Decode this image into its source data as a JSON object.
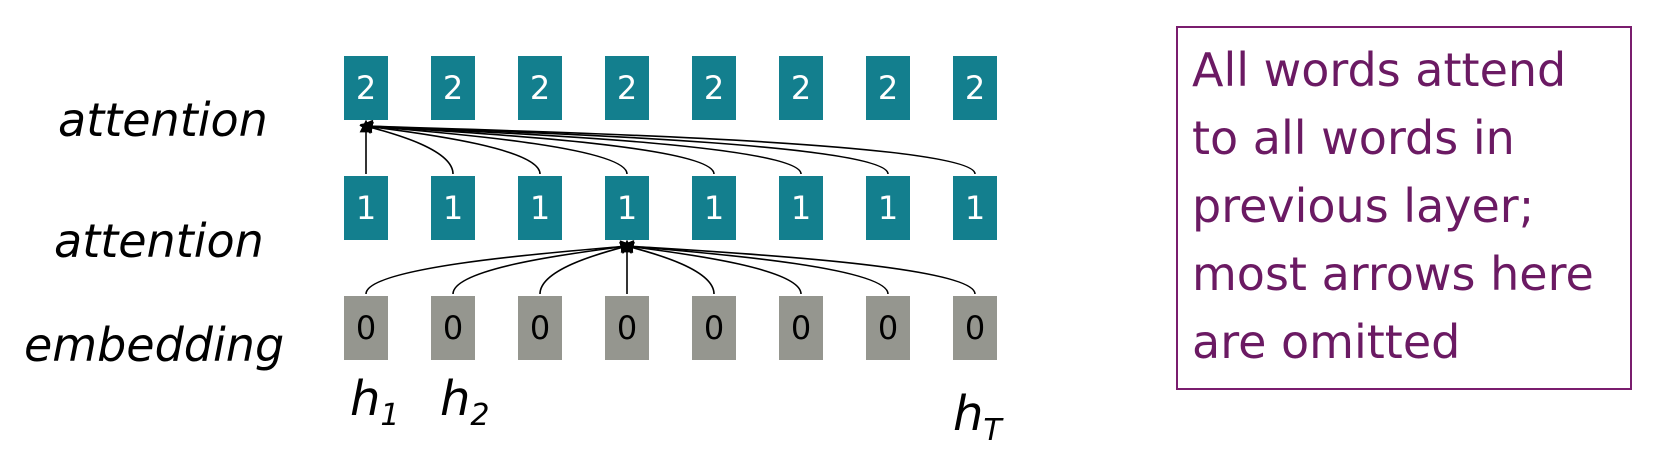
{
  "labels": {
    "layer2": "attention",
    "layer1": "attention",
    "layer0": "embedding"
  },
  "layer2_values": [
    "2",
    "2",
    "2",
    "2",
    "2",
    "2",
    "2",
    "2"
  ],
  "layer1_values": [
    "1",
    "1",
    "1",
    "1",
    "1",
    "1",
    "1",
    "1"
  ],
  "layer0_values": [
    "0",
    "0",
    "0",
    "0",
    "0",
    "0",
    "0",
    "0"
  ],
  "h_labels": [
    {
      "base": "h",
      "sub": "1"
    },
    {
      "base": "h",
      "sub": "2"
    },
    {
      "base": "h",
      "sub": "T"
    }
  ],
  "note": {
    "lines": [
      "All words attend",
      "to all words in",
      "previous layer;",
      "most arrows here",
      "are omitted"
    ]
  },
  "colors": {
    "attention_box": "#137f8e",
    "embedding_box": "#95968f",
    "note_text": "#6b1a63",
    "note_border": "#7a1d6e"
  }
}
